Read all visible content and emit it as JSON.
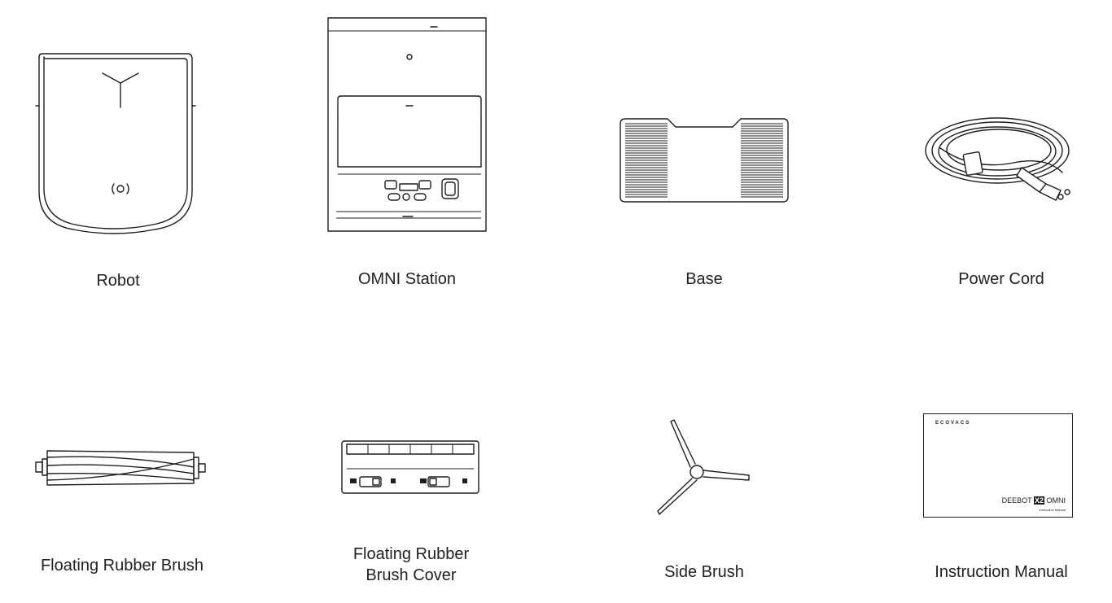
{
  "items": [
    {
      "id": "robot",
      "label": "Robot",
      "icon": "robot-vacuum"
    },
    {
      "id": "omni_station",
      "label": "OMNI Station",
      "icon": "docking-station"
    },
    {
      "id": "base",
      "label": "Base",
      "icon": "station-base"
    },
    {
      "id": "power_cord",
      "label": "Power Cord",
      "icon": "power-cord"
    },
    {
      "id": "floating_rubber_brush",
      "label": "Floating Rubber Brush",
      "icon": "roller-brush"
    },
    {
      "id": "floating_rubber_brush_cover",
      "label": "Floating Rubber Brush Cover",
      "label_lines": [
        "Floating Rubber",
        "Brush Cover"
      ],
      "icon": "brush-cover"
    },
    {
      "id": "side_brush",
      "label": "Side Brush",
      "icon": "side-brush"
    },
    {
      "id": "instruction_manual",
      "label": "Instruction Manual",
      "icon": "manual-booklet"
    }
  ],
  "manual_cover": {
    "brand": "ECOVACS",
    "product_prefix": "DEEBOT",
    "product_model": "X2",
    "product_suffix": "OMNI",
    "subtitle": "Instruction Manual"
  }
}
